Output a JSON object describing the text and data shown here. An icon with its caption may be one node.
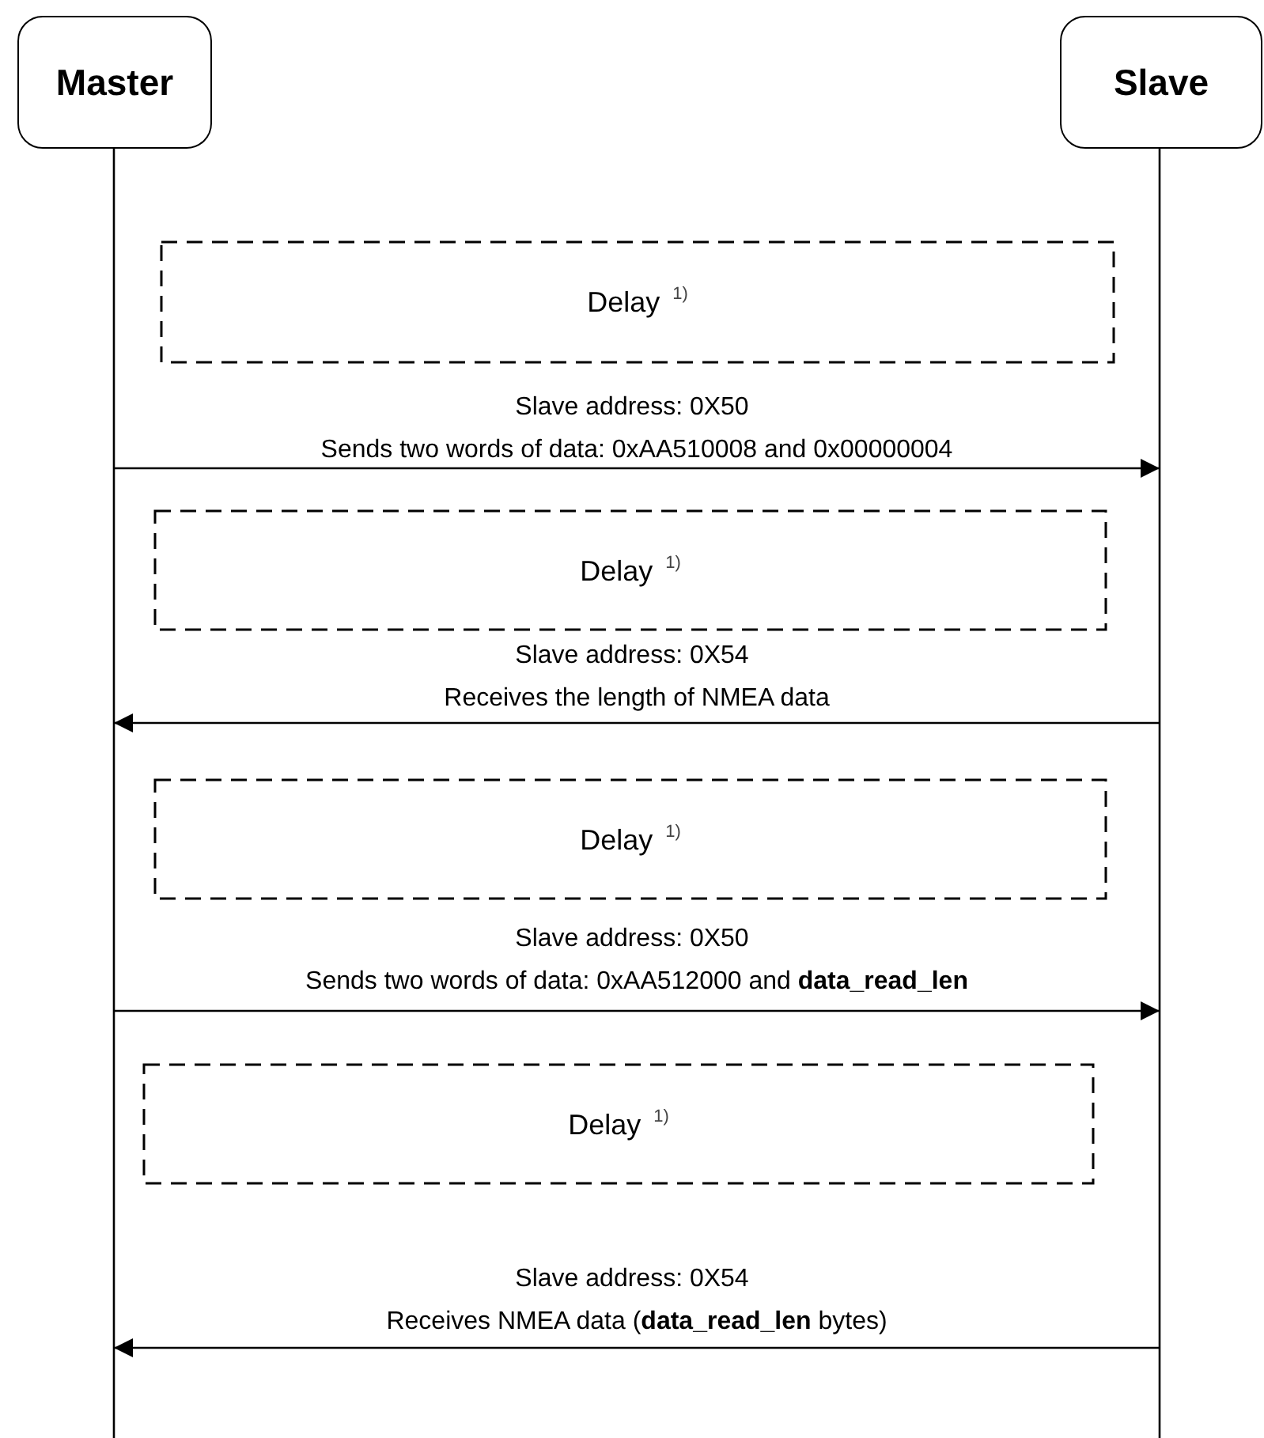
{
  "diagram": {
    "nodes": [
      {
        "text": [
          "Master"
        ]
      },
      {
        "text": [
          "Slave"
        ]
      },
      {
        "text": [
          "Delay $^{1)}$"
        ]
      },
      {
        "text": [
          "Delay $^{1)}$"
        ]
      },
      {
        "text": [
          "Delay $^{1)}$"
        ]
      },
      {
        "text": [
          "Delay $^{1)}$"
        ]
      }
    ],
    "edges": [
      {
        "from": 0,
        "to": 1,
        "arrow": "to",
        "label": "Sends two words of data: 0xAA510008 and 0x00000004"
      },
      {
        "from": 1,
        "to": 0,
        "arrow": "to",
        "label": "Receives the length of NMEA data"
      },
      {
        "from": 0,
        "to": 1,
        "arrow": "to",
        "label": "Sends two words of data: 0xAA512000 and **data_read_len**"
      },
      {
        "from": 1,
        "to": 0,
        "arrow": "to",
        "label": "Receives NMEA data (**data_read_len** bytes)"
      }
    ],
    "labels": [
      "Slave address: 0X50",
      "Slave address: 0X54",
      "Slave address: 0X50",
      "Slave address: 0X54"
    ]
  }
}
